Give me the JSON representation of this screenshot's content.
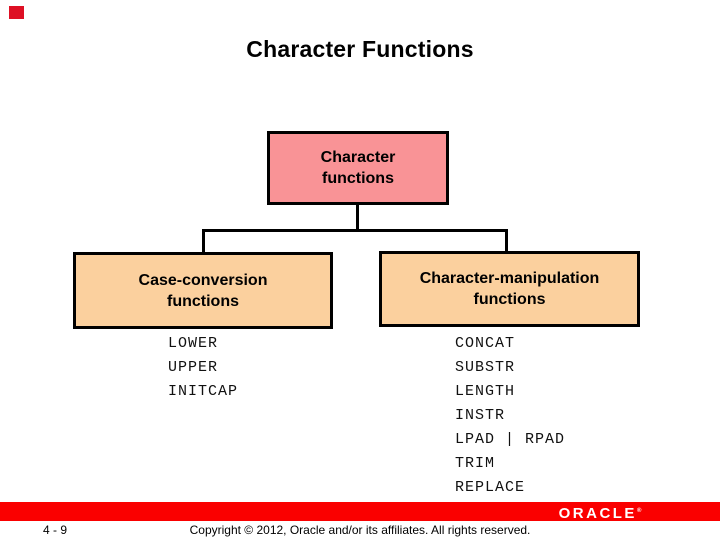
{
  "slide": {
    "title": "Character Functions",
    "page_label": "4 - 9",
    "copyright": "Copyright © 2012, Oracle and/or its affiliates. All rights reserved.",
    "logo_text": "ORACLE",
    "logo_mark": "®"
  },
  "diagram": {
    "root_label": "Character\nfunctions",
    "left_label": "Case-conversion\nfunctions",
    "right_label": "Character-manipulation\nfunctions",
    "case_conversion_functions": [
      "LOWER",
      "UPPER",
      "INITCAP"
    ],
    "manipulation_functions": [
      "CONCAT",
      "SUBSTR",
      "LENGTH",
      "INSTR",
      "LPAD | RPAD",
      "TRIM",
      "REPLACE"
    ]
  },
  "colors": {
    "root_box_fill": "#F99396",
    "child_box_fill": "#FBD09E",
    "box_border": "#000000",
    "footer_bar_red": "#FA0000",
    "top_marker_red": "#DE1024",
    "logo_text_color": "#FFFFFF"
  }
}
